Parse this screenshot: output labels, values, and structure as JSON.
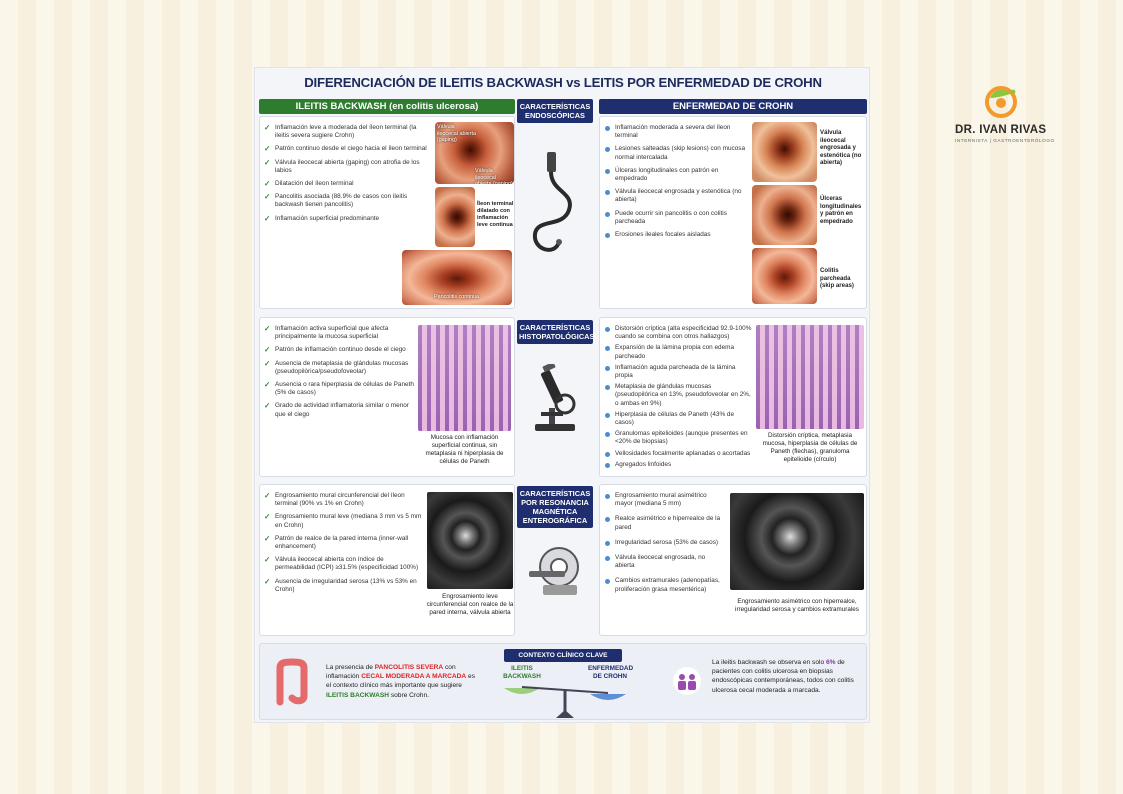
{
  "title": "DIFERENCIACIÓN DE ILEITIS BACKWASH vs LEITIS POR ENFERMEDAD DE CROHN",
  "logo": {
    "name": "DR. IVAN RIVAS",
    "tagline": "INTERNISTA | GASTROENTERÓLOGO",
    "colors": {
      "orange": "#f39a2c",
      "green": "#8cc63f"
    }
  },
  "headers": {
    "uc": "ILEITIS BACKWASH (en colitis ulcerosa)",
    "crohn": "ENFERMEDAD DE CROHN"
  },
  "sections": {
    "endo": {
      "mid_header": "CARACTERÍSTICAS ENDOSCÓPICAS",
      "mid_icon": "endoscope-icon",
      "uc_points": [
        "Inflamación leve a moderada del íleon terminal (la ileitis severa sugiere Crohn)",
        "Patrón continuo desde el ciego hacia el íleon terminal",
        "Válvula ileocecal abierta (gaping) con atrofia de los labios",
        "Dilatación del íleon terminal",
        "Pancolitis asociada (88.9% de casos con ileitis backwash tienen pancolitis)",
        "Inflamación superficial predominante"
      ],
      "uc_img_labels": [
        "Válvula ileocecal abierta (gaping)",
        "Válvula ileocecal abierta (gaping)",
        "Pancolitis continua"
      ],
      "uc_side_caption": "Íleon terminal dilatado con inflamación leve continua",
      "crohn_points": [
        "Inflamación moderada a severa del íleon terminal",
        "Lesiones salteadas (skip lesions) con mucosa normal intercalada",
        "Úlceras longitudinales con patrón en empedrado",
        "Válvula ileocecal engrosada y estenótica (no abierta)",
        "Puede ocurrir sin pancolitis o con colitis parcheada",
        "Erosiones ileales focales aisladas"
      ],
      "crohn_captions": [
        "Válvula ileocecal engrosada y estenótica (no abierta)",
        "Úlceras longitudinales y patrón en empedrado",
        "Colitis parcheada (skip areas)"
      ]
    },
    "histo": {
      "mid_header": "CARACTERÍSTICAS HISTOPATOLÓGICAS",
      "mid_icon": "microscope-icon",
      "uc_points": [
        "Inflamación activa superficial que afecta principalmente la mucosa superficial",
        "Patrón de inflamación continuo desde el ciego",
        "Ausencia de metaplasia de glándulas mucosas (pseudopilórica/pseudofoveolar)",
        "Ausencia o rara hiperplasia de células de Paneth (5% de casos)",
        "Grado de actividad inflamatoria similar o menor que el ciego"
      ],
      "uc_caption": "Mucosa con inflamación superficial continua, sin metaplasia ni hiperplasia de células de Paneth",
      "crohn_points": [
        "Distorsión críptica (alta especificidad 92.9-100% cuando se combina con otros hallazgos)",
        "Expansión de la lámina propia con edema parcheado",
        "Inflamación aguda parcheada de la lámina propia",
        "Metaplasia de glándulas mucosas (pseudopilórica en 13%, pseudofoveolar en 2%, o ambas en 9%)",
        "Hiperplasia de células de Paneth (43% de casos)",
        "Granulomas epitelioides (aunque presentes en <20% de biopsias)",
        "Vellosidades focalmente aplanadas o acortadas",
        "Agregados linfoides"
      ],
      "crohn_caption": "Distorsión críptica, metaplasia mucosa, hiperplasia de células de Paneth (flechas), granuloma epitelioide (círculo)"
    },
    "mri": {
      "mid_header": "CARACTERÍSTICAS POR RESONANCIA MAGNÉTICA ENTEROGRÁFICA",
      "mid_icon": "mri-scanner-icon",
      "uc_points": [
        "Engrosamiento mural circunferencial del íleon terminal (90% vs 1% en Crohn)",
        "Engrosamiento mural leve (mediana 3 mm vs 5 mm en Crohn)",
        "Patrón de realce de la pared interna (inner-wall enhancement)",
        "Válvula ileocecal abierta con índice de permeabilidad (ICPI) ≥31.5% (especificidad 100%)",
        "Ausencia de irregularidad serosa (13% vs 53% en Crohn)"
      ],
      "uc_caption": "Engrosamiento leve circunferencial con realce de la pared interna, válvula abierta",
      "crohn_points": [
        "Engrosamiento mural asimétrico mayor (mediana 5 mm)",
        "Realce asimétrico e hiperrealce de la pared",
        "Irregularidad serosa (53% de casos)",
        "Válvula ileocecal engrosada, no abierta",
        "Cambios extramurales (adenopatías, proliferación grasa mesentérica)"
      ],
      "crohn_caption": "Engrosamiento asimétrico con hiperrealce, irregularidad serosa y cambios extramurales"
    }
  },
  "context": {
    "header": "CONTEXTO CLÍNICO CLAVE",
    "left_pre": "La presencia de ",
    "left_pancolitis": "PANCOLITIS",
    "left_severa": " SEVERA",
    "left_mid": " con inflamación ",
    "left_cecal": "CECAL MODERADA A MARCADA",
    "left_after": " es el contexto clínico más importante que sugiere ",
    "left_backwash": "ILEITIS BACKWASH",
    "left_end": " sobre Crohn.",
    "scale_left": "ILEITIS BACKWASH",
    "scale_right": "ENFERMEDAD DE CROHN",
    "right_pre": "La ileitis backwash se observa en solo ",
    "right_pct": "6%",
    "right_post": " de pacientes con colitis ulcerosa en biopsias endoscópicas contemporáneas, todos con colitis ulcerosa cecal moderada a marcada."
  }
}
